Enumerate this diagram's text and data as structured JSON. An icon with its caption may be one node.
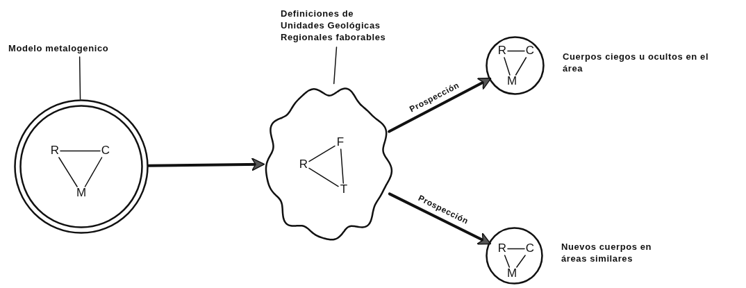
{
  "diagram": {
    "nodes": [
      {
        "text": [
          "Modelo metalogenico"
        ]
      },
      {
        "text": [],
        "shape": "circle"
      },
      {
        "text": [
          "R"
        ],
        "in": 1
      },
      {
        "text": [
          "C"
        ],
        "in": 1
      },
      {
        "text": [
          "M"
        ],
        "in": 1
      },
      {
        "text": [
          "Definiciones de Unidades Geológicas Regionales faborables"
        ]
      },
      {
        "text": [],
        "shape": "cloud"
      },
      {
        "text": [
          "R"
        ],
        "in": 6
      },
      {
        "text": [
          "F"
        ],
        "in": 6
      },
      {
        "text": [
          "T"
        ],
        "in": 6
      },
      {
        "text": [],
        "shape": "circle",
        "beside": [
          "Cuerpos ciegos u ocultos en el área"
        ]
      },
      {
        "text": [
          "R"
        ],
        "in": 10
      },
      {
        "text": [
          "C"
        ],
        "in": 10
      },
      {
        "text": [
          "M"
        ],
        "in": 10
      },
      {
        "text": [],
        "shape": "circle",
        "beside": [
          "Nuevos cuerpos en áreas similares"
        ]
      },
      {
        "text": [
          "R"
        ],
        "in": 14
      },
      {
        "text": [
          "C"
        ],
        "in": 14
      },
      {
        "text": [
          "M"
        ],
        "in": 14
      }
    ],
    "edges": [
      {
        "from": 0,
        "to": 1,
        "arrow": "none"
      },
      {
        "from": 2,
        "to": 3,
        "arrow": "none"
      },
      {
        "from": 2,
        "to": 4,
        "arrow": "none"
      },
      {
        "from": 3,
        "to": 4,
        "arrow": "none"
      },
      {
        "from": 1,
        "to": 6,
        "arrow": "to",
        "style": "thick"
      },
      {
        "from": 5,
        "to": 6,
        "arrow": "none"
      },
      {
        "from": 7,
        "to": 8,
        "arrow": "none"
      },
      {
        "from": 7,
        "to": 9,
        "arrow": "none"
      },
      {
        "from": 8,
        "to": 9,
        "arrow": "none"
      },
      {
        "from": 6,
        "to": 10,
        "arrow": "to",
        "style": "thick",
        "label": "Prospección"
      },
      {
        "from": 6,
        "to": 14,
        "arrow": "to",
        "style": "thick",
        "label": "Prospección"
      },
      {
        "from": 11,
        "to": 12,
        "arrow": "none"
      },
      {
        "from": 11,
        "to": 13,
        "arrow": "none"
      },
      {
        "from": 12,
        "to": 13,
        "arrow": "none"
      },
      {
        "from": 15,
        "to": 16,
        "arrow": "none"
      },
      {
        "from": 15,
        "to": 17,
        "arrow": "none"
      },
      {
        "from": 16,
        "to": 17,
        "arrow": "none"
      }
    ]
  }
}
